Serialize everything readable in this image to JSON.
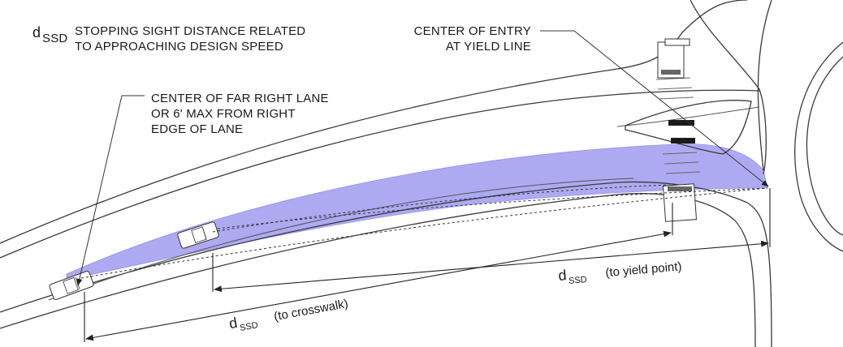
{
  "legend": {
    "symbol_main": "d",
    "symbol_sub": "SSD",
    "text_line1": "STOPPING SIGHT DISTANCE RELATED",
    "text_line2": "TO APPROACHING DESIGN SPEED"
  },
  "callouts": {
    "center_entry_line1": "CENTER OF ENTRY",
    "center_entry_line2": "AT YIELD LINE",
    "far_right_line1": "CENTER OF FAR RIGHT LANE",
    "far_right_line2": "OR 6' MAX FROM RIGHT",
    "far_right_line3": "EDGE OF LANE"
  },
  "dimensions": {
    "yield": {
      "symbol_main": "d",
      "symbol_sub": "SSD",
      "note": "(to yield point)"
    },
    "crosswalk": {
      "symbol_main": "d",
      "symbol_sub": "SSD",
      "note": "(to crosswalk)"
    }
  },
  "colors": {
    "sight_area": "#a9a6f2",
    "sight_area_stroke": "#8f8ce8",
    "crosswalk_bar": "#1a1a1a",
    "linework": "#3a3a3a"
  }
}
